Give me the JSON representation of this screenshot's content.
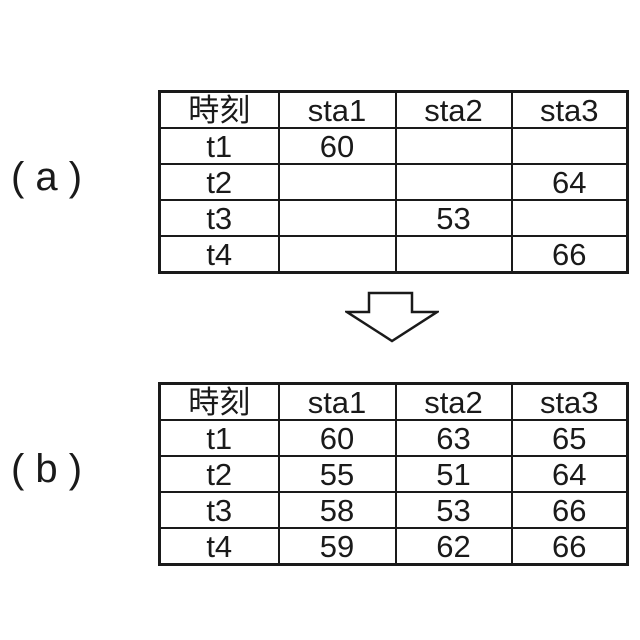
{
  "figure": {
    "colors": {
      "ink": "#1a1a1a",
      "background": "#ffffff"
    },
    "arrow": {
      "icon": "down-block-arrow"
    },
    "panels": [
      {
        "label": "( a )",
        "table": {
          "headers": [
            "時刻",
            "sta1",
            "sta2",
            "sta3"
          ],
          "rows": [
            [
              "t1",
              "60",
              "",
              ""
            ],
            [
              "t2",
              "",
              "",
              "64"
            ],
            [
              "t3",
              "",
              "53",
              ""
            ],
            [
              "t4",
              "",
              "",
              "66"
            ]
          ]
        }
      },
      {
        "label": "( b )",
        "table": {
          "headers": [
            "時刻",
            "sta1",
            "sta2",
            "sta3"
          ],
          "rows": [
            [
              "t1",
              "60",
              "63",
              "65"
            ],
            [
              "t2",
              "55",
              "51",
              "64"
            ],
            [
              "t3",
              "58",
              "53",
              "66"
            ],
            [
              "t4",
              "59",
              "62",
              "66"
            ]
          ]
        }
      }
    ]
  }
}
